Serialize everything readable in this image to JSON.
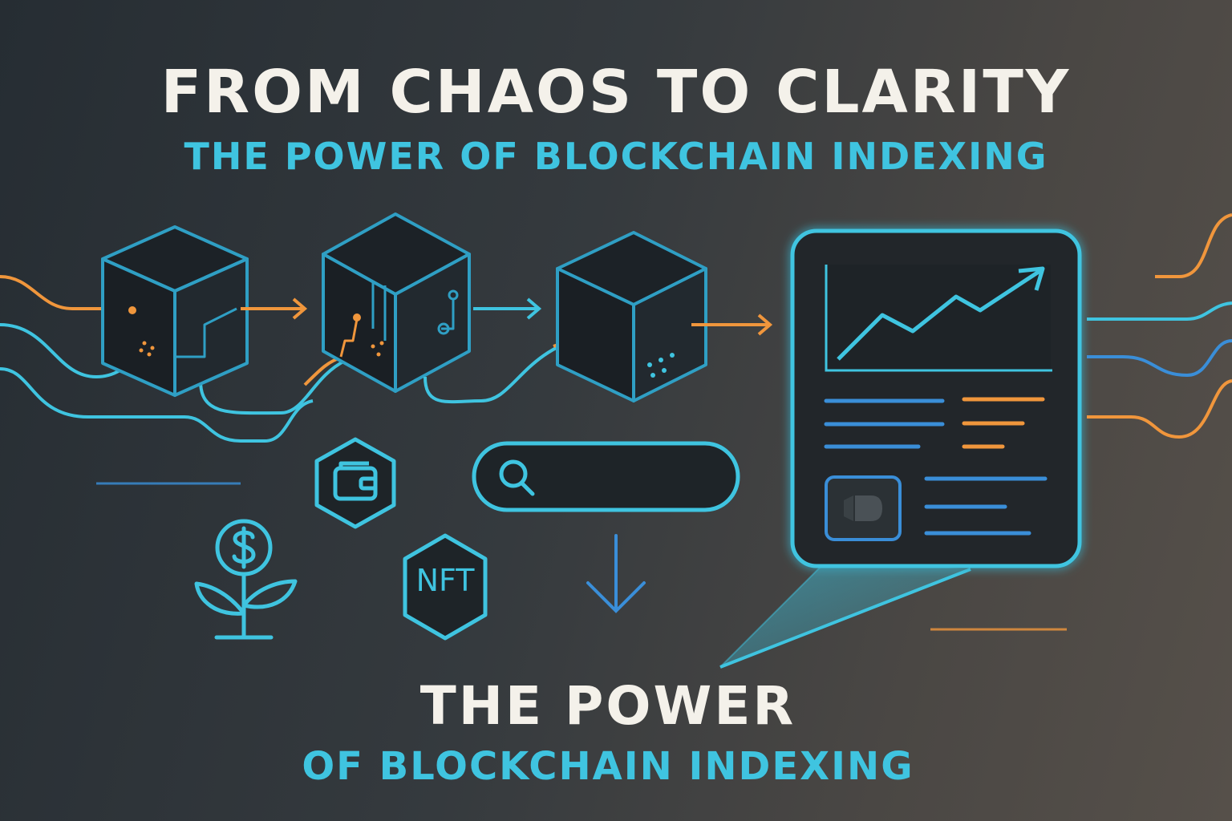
{
  "headline": {
    "title": "FROM CHAOS TO CLARITY",
    "subtitle": "THE POWER OF BLOCKCHAIN INDEXING"
  },
  "footer": {
    "title": "THE POWER",
    "subtitle": "OF BLOCKCHAIN INDEXING"
  },
  "icons": {
    "nft_label": "NFT",
    "block": "cube-icon",
    "wallet": "wallet-icon",
    "search": "search-icon",
    "money_plant": "dollar-plant-icon",
    "nft": "nft-badge-icon",
    "arrow_down": "arrow-down-icon",
    "dashboard": "dashboard-panel-icon"
  },
  "colors": {
    "accent_cyan": "#3fc4e0",
    "accent_orange": "#f0963c",
    "accent_blue": "#3a8ed8",
    "text_light": "#f4f1ea"
  }
}
